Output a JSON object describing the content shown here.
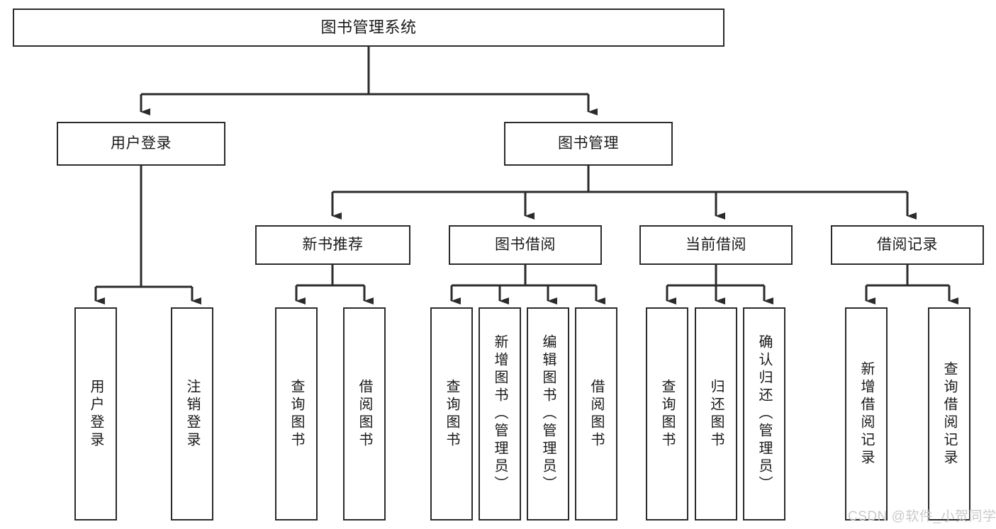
{
  "diagram": {
    "title": "图书管理系统",
    "type": "hierarchy-tree",
    "style": {
      "box_border": "#2b2b2b",
      "box_fill": "#ffffff",
      "connector": "#2b2b2b",
      "text": "#1a1a1a",
      "watermark": "#c9c9c9"
    },
    "levels": {
      "root": {
        "label": "图书管理系统"
      },
      "level2": [
        {
          "label": "用户登录"
        },
        {
          "label": "图书管理"
        }
      ],
      "level3": [
        {
          "label": "新书推荐"
        },
        {
          "label": "图书借阅"
        },
        {
          "label": "当前借阅"
        },
        {
          "label": "借阅记录"
        }
      ]
    },
    "leaves": {
      "user_login": [
        {
          "label": "用户登录"
        },
        {
          "label": "注销登录"
        }
      ],
      "new_book_recommend": [
        {
          "label": "查询图书"
        },
        {
          "label": "借阅图书"
        }
      ],
      "book_borrow": [
        {
          "label": "查询图书"
        },
        {
          "label": "新增图书（管理员）"
        },
        {
          "label": "编辑图书（管理员）"
        },
        {
          "label": "借阅图书"
        }
      ],
      "current_borrow": [
        {
          "label": "查询图书"
        },
        {
          "label": "归还图书"
        },
        {
          "label": "确认归还（管理员）"
        }
      ],
      "borrow_record": [
        {
          "label": "新增借阅记录"
        },
        {
          "label": "查询借阅记录"
        }
      ]
    },
    "watermark": "CSDN @软件_小贺同学"
  }
}
